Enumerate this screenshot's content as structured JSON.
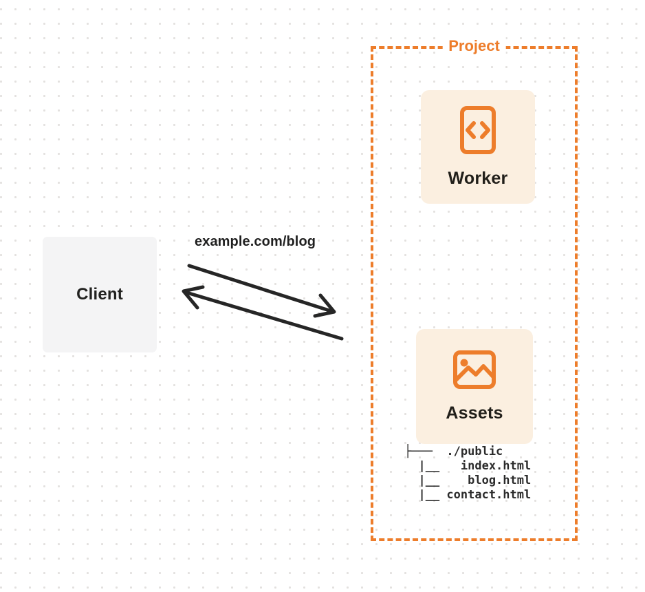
{
  "colors": {
    "accent": "#ED7D2B",
    "panel-cream": "#FBEFE0",
    "client-gray": "#F4F4F5",
    "ink": "#262626",
    "dot": "#E3E1DF"
  },
  "client": {
    "label": "Client"
  },
  "request": {
    "label": "example.com/blog"
  },
  "project": {
    "label": "Project",
    "worker": {
      "label": "Worker",
      "icon": "code-document-icon"
    },
    "assets": {
      "label": "Assets",
      "icon": "image-icon",
      "file_tree": "├───  ./public\n  |__   index.html\n  |__    blog.html\n  |__ contact.html"
    }
  }
}
